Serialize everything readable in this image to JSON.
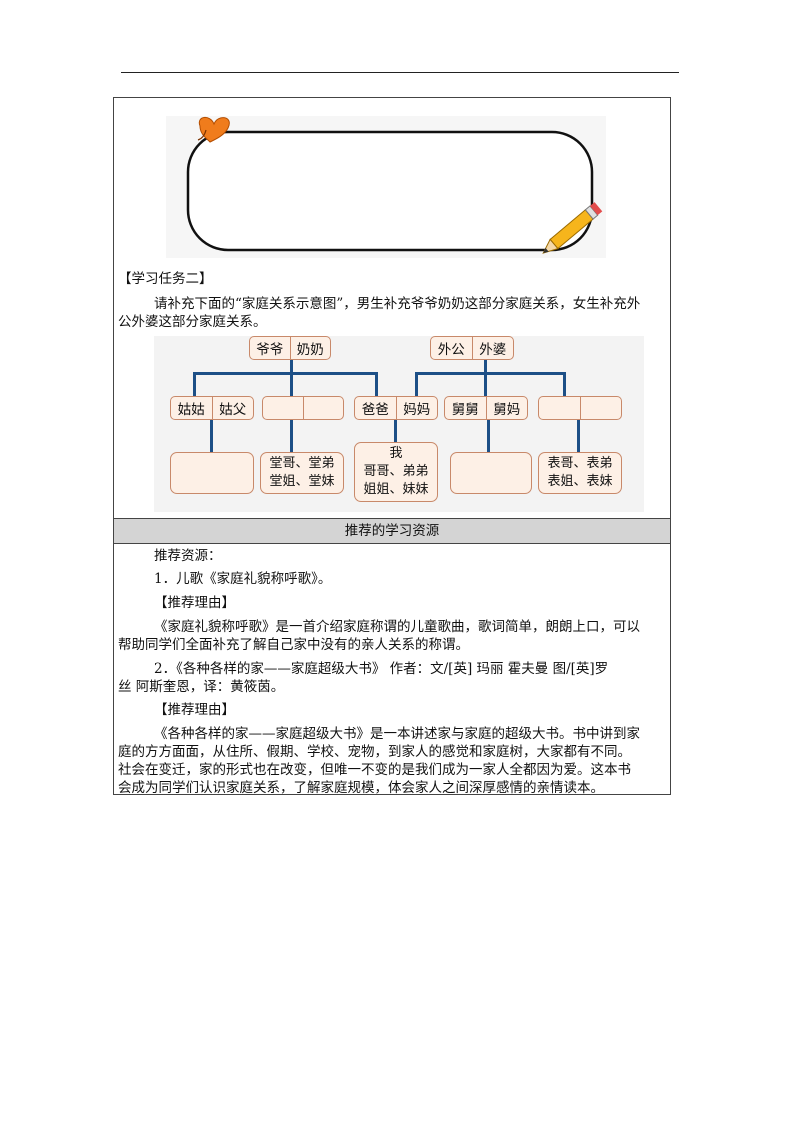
{
  "task_two": {
    "heading": "【学习任务二】",
    "instruction_line1": "请补充下面的“家庭关系示意图”，男生补充爷爷奶奶这部分家庭关系，女生补充外",
    "instruction_line2": "公外婆这部分家庭关系。"
  },
  "tree": {
    "paternal_grand": {
      "left": "爷爷",
      "right": "奶奶"
    },
    "maternal_grand": {
      "left": "外公",
      "right": "外婆"
    },
    "aunt_pair": {
      "left": "姑姑",
      "right": "姑父"
    },
    "blank_pair": {
      "left": "",
      "right": ""
    },
    "parents": {
      "left": "爸爸",
      "right": "妈妈"
    },
    "uncle_pair": {
      "left": "舅舅",
      "right": "舅妈"
    },
    "blank_pair2": {
      "left": "",
      "right": ""
    },
    "cousins_paternal": {
      "line1": "堂哥、堂弟",
      "line2": "堂姐、堂妹"
    },
    "me": {
      "line0": "我",
      "line1": "哥哥、弟弟",
      "line2": "姐姐、妹妹"
    },
    "cousins_maternal": {
      "line1": "表哥、表弟",
      "line2": "表姐、表妹"
    }
  },
  "resources": {
    "section_title": "推荐的学习资源",
    "intro": "推荐资源：",
    "item1_title": "1．儿歌《家庭礼貌称呼歌》。",
    "reason_label1": "【推荐理由】",
    "reason1_line1": "《家庭礼貌称呼歌》是一首介绍家庭称谓的儿童歌曲，歌词简单，朗朗上口，可以",
    "reason1_line2": "帮助同学们全面补充了解自己家中没有的亲人关系的称谓。",
    "item2_line1": "2．《各种各样的家——家庭超级大书》 作者：文/[英] 玛丽 霍夫曼   图/[英]罗",
    "item2_line2": "丝 阿斯奎恩，译：黄筱茵。",
    "reason_label2": "【推荐理由】",
    "reason2_line1": "《各种各样的家——家庭超级大书》是一本讲述家与家庭的超级大书。书中讲到家",
    "reason2_line2": "庭的方方面面，从住所、假期、学校、宠物，到家人的感觉和家庭树，大家都有不同。",
    "reason2_line3": "社会在变迁，家的形式也在改变，但唯一不变的是我们成为一家人全都因为爱。这本书",
    "reason2_line4": "会成为同学们认识家庭关系，了解家庭规模，体会家人之间深厚感情的亲情读本。"
  },
  "colors": {
    "node_fill": "#fdf0e6",
    "node_border": "#c8896a",
    "connector": "#1c4f86",
    "header_bg": "#d4d4d4"
  }
}
